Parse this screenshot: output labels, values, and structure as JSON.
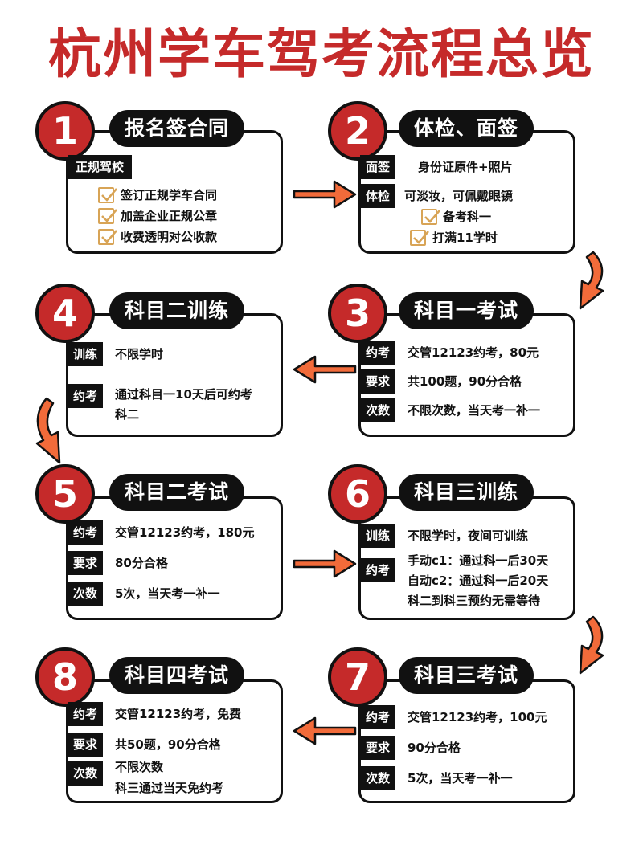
{
  "title": "杭州学车驾考流程总览",
  "colors": {
    "accent": "#c52a2a",
    "dark": "#111111",
    "arrow": "#f26b3a",
    "check": "#d8a456"
  },
  "steps": [
    {
      "num": "1",
      "title": "报名签合同",
      "tag": "正规驾校",
      "items": [
        "签订正规学车合同",
        "加盖企业正规公章",
        "收费透明对公收款"
      ]
    },
    {
      "num": "2",
      "title": "体检、面签",
      "rows": [
        {
          "label": "面签",
          "text": "身份证原件+照片"
        },
        {
          "label": "体检",
          "text": "可淡妆，可佩戴眼镜"
        }
      ],
      "items": [
        "备考科一",
        "打满11学时"
      ]
    },
    {
      "num": "3",
      "title": "科目一考试",
      "rows": [
        {
          "label": "约考",
          "text": "交管12123约考，80元"
        },
        {
          "label": "要求",
          "text": "共100题，90分合格"
        },
        {
          "label": "次数",
          "text": "不限次数，当天考一补一"
        }
      ]
    },
    {
      "num": "4",
      "title": "科目二训练",
      "rows": [
        {
          "label": "训练",
          "text": "不限学时"
        },
        {
          "label": "约考",
          "text": "通过科目一10天后可约考",
          "text2": "科二"
        }
      ]
    },
    {
      "num": "5",
      "title": "科目二考试",
      "rows": [
        {
          "label": "约考",
          "text": "交管12123约考，180元"
        },
        {
          "label": "要求",
          "text": "80分合格"
        },
        {
          "label": "次数",
          "text": "5次，当天考一补一"
        }
      ]
    },
    {
      "num": "6",
      "title": "科目三训练",
      "rows": [
        {
          "label": "训练",
          "text": "不限学时，夜间可训练"
        },
        {
          "label": "约考",
          "text": "手动c1：通过科一后30天",
          "text2": "自动c2：通过科一后20天",
          "text3": "科二到科三预约无需等待"
        }
      ]
    },
    {
      "num": "7",
      "title": "科目三考试",
      "rows": [
        {
          "label": "约考",
          "text": "交管12123约考，100元"
        },
        {
          "label": "要求",
          "text": "90分合格"
        },
        {
          "label": "次数",
          "text": "5次，当天考一补一"
        }
      ]
    },
    {
      "num": "8",
      "title": "科目四考试",
      "rows": [
        {
          "label": "约考",
          "text": "交管12123约考，免费"
        },
        {
          "label": "要求",
          "text": "共50题，90分合格"
        },
        {
          "label": "次数",
          "text": "不限次数",
          "text2": "科三通过当天免约考"
        }
      ]
    }
  ]
}
